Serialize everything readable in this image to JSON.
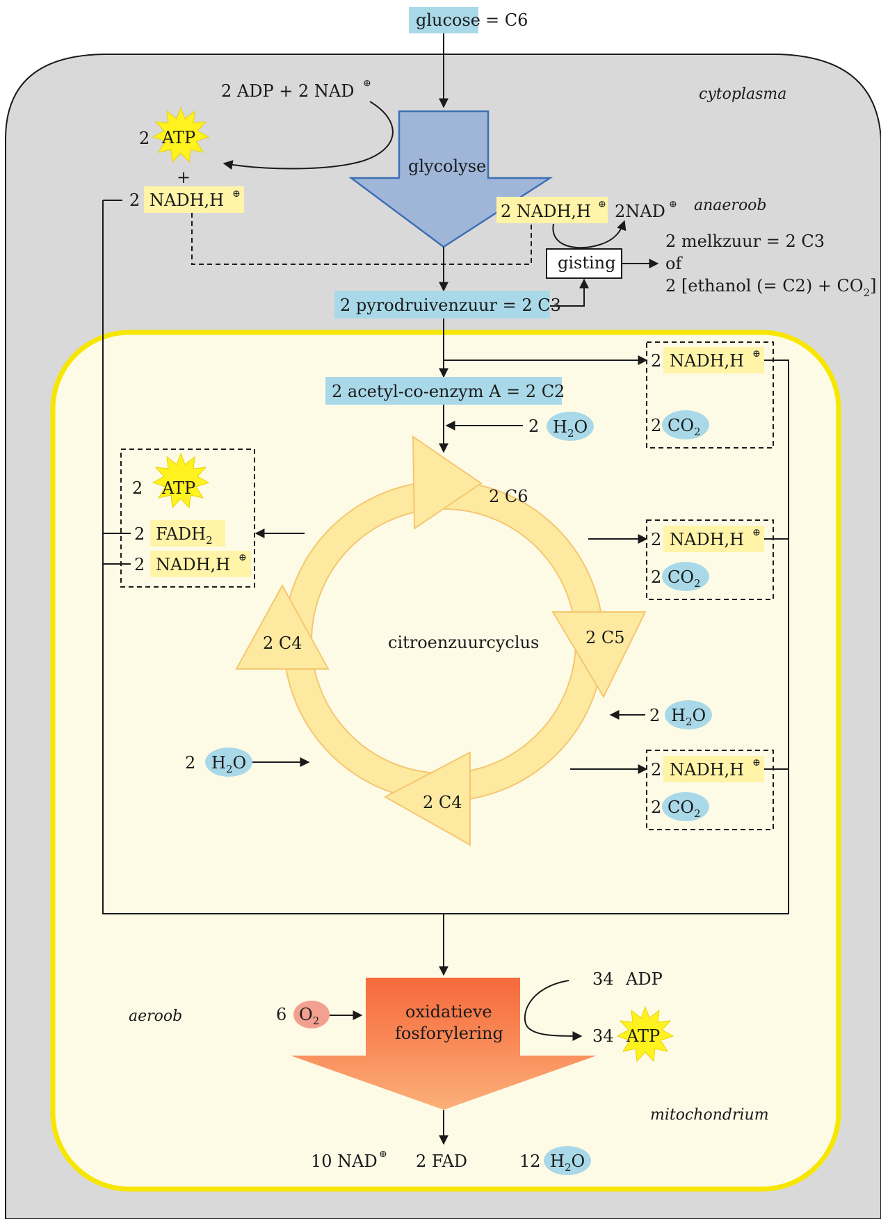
{
  "colors": {
    "cytoplasm": "#d9d9d9",
    "mitochondrion_fill": "#fdfbe6",
    "mitochondrion_border": "#f6e600",
    "blue_label": "#a9d9e8",
    "yellow_label": "#fff4a8",
    "cycle_arrow": "#fde9a0",
    "glycolysis_arrow": "#9fb6d8",
    "oxphos_arrow": "#f77a4a",
    "atp_star": "#fff21f",
    "o2_ellipse": "#f2a08f"
  },
  "top": {
    "glucose": "glucose",
    "glucose_eq": "= C6",
    "adp_nad": "2 ADP  + 2 NAD",
    "plus_symbol": "⊕"
  },
  "regions": {
    "cytoplasm": "cytoplasma",
    "anaerobic": "anaeroob",
    "aerobic": "aeroob",
    "mitochondrion": "mitochondrium"
  },
  "glycolysis": {
    "label": "glycolyse",
    "atp_count": "2",
    "atp": "ATP",
    "plus": "+",
    "nadh_count": "2",
    "nadh": "NADH,H",
    "right_nadh": "2 NADH,H",
    "right_nad": "2NAD"
  },
  "fermentation": {
    "box": "gisting",
    "lactic": "2 melkzuur = 2 C3",
    "or": "of",
    "ethanol_pre": "2 [ethanol (= C2) + CO",
    "ethanol_post": "]",
    "sub2": "2"
  },
  "pyruvate": "2 pyrodruivenzuur = 2 C3",
  "acetyl": "2 acetyl-co-enzym A = 2 C2",
  "cycle": {
    "center": "citroenzuurcyclus",
    "c6": "2 C6",
    "c5": "2 C5",
    "c4_bottom": "2 C4",
    "c4_left": "2 C4"
  },
  "water": {
    "count": "2",
    "h": "H",
    "o": "O",
    "sub": "2"
  },
  "side_boxes": {
    "count": "2",
    "nadh": "NADH,H",
    "co2": "CO",
    "co2_sub": "2",
    "atp": "ATP",
    "fadh": "FADH",
    "fadh_sub": "2"
  },
  "oxphos": {
    "label_line1": "oxidatieve",
    "label_line2": "fosforylering",
    "o2_count": "6",
    "o2": "O",
    "o2_sub": "2",
    "adp_count": "34",
    "adp": "ADP",
    "atp_count": "34",
    "atp": "ATP"
  },
  "products": {
    "nad": "10 NAD",
    "fad": "2 FAD",
    "h2o_count": "12",
    "h": "H",
    "o": "O",
    "sub": "2"
  }
}
